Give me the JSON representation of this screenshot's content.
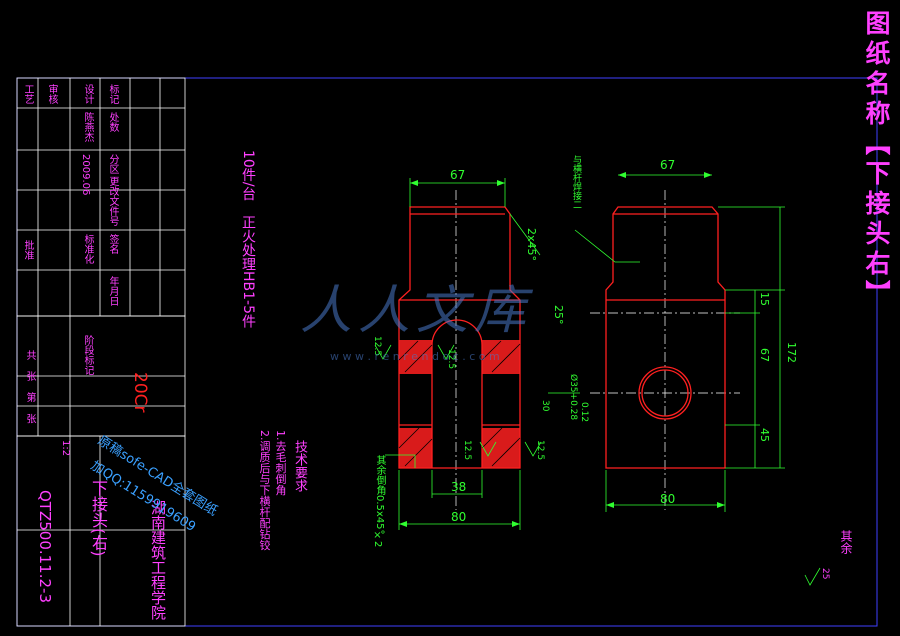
{
  "title_block": {
    "drawing_name_vertical": "图纸名称【下接头右】",
    "part_name": "下接头(右)",
    "drawing_number": "QTZ500.11.2-3",
    "material": "20Cr",
    "school": "湖南建筑工程学院",
    "scale": "1:2",
    "quantity_note": "10件/台",
    "heat_treatment": "正火处理HB1-5件",
    "cells": {
      "gongyi": "工艺",
      "shenhe": "审核",
      "sheji": "设计",
      "biaozhun": "标准化",
      "biaoji": "标记",
      "chushu": "处数",
      "fenqu": "分区",
      "gengai": "更改文件号",
      "qianming": "签名",
      "nianyueri": "年月日",
      "designer": "陈燕杰",
      "date": "2009.06",
      "pizhun": "批准",
      "jieduan": "阶段标记",
      "gong_zhang": "共 张 第 张"
    }
  },
  "tech_requirements": {
    "heading": "技术要求",
    "items": [
      "1.去毛刺倒角",
      "2.调质后与下横杆配钻铰"
    ]
  },
  "notes": {
    "roughness_other": "其余",
    "roughness_value": "25",
    "chamfer_note": "其余倒角0.5x45°",
    "weld_note": "与横杆焊接二",
    "scale_tag": "×2"
  },
  "watermark": {
    "logo_text": "人人文库",
    "url": "w w w . r e n r e n d o c . c o m",
    "text1": "原稿sofe-CAD全套图纸",
    "text2": "加QQ:1159919609"
  },
  "dimensions": {
    "front": {
      "top_width": "67",
      "chamfer": "2x45°",
      "slot_angle": "25°",
      "r_left": "12.5",
      "r_mid": "12.5",
      "r_mid2": "12.5",
      "r_right": "12.5",
      "bottom_inner": "38",
      "bottom_width": "80",
      "bore_note": "Ø35+0.28",
      "bore_note2": "0.12",
      "dim_30": "30"
    },
    "side": {
      "top_width": "67",
      "h15": "15",
      "h67": "67",
      "h45": "45",
      "total": "172",
      "bottom_width": "80"
    }
  },
  "colors": {
    "background": "#000000",
    "outline_red": "#ff2020",
    "dim_green": "#30ff30",
    "text_magenta": "#ff40ff",
    "frame_blue": "#4040ff",
    "table_white": "#ffffff",
    "watermark_blue": "#4a78c8"
  }
}
